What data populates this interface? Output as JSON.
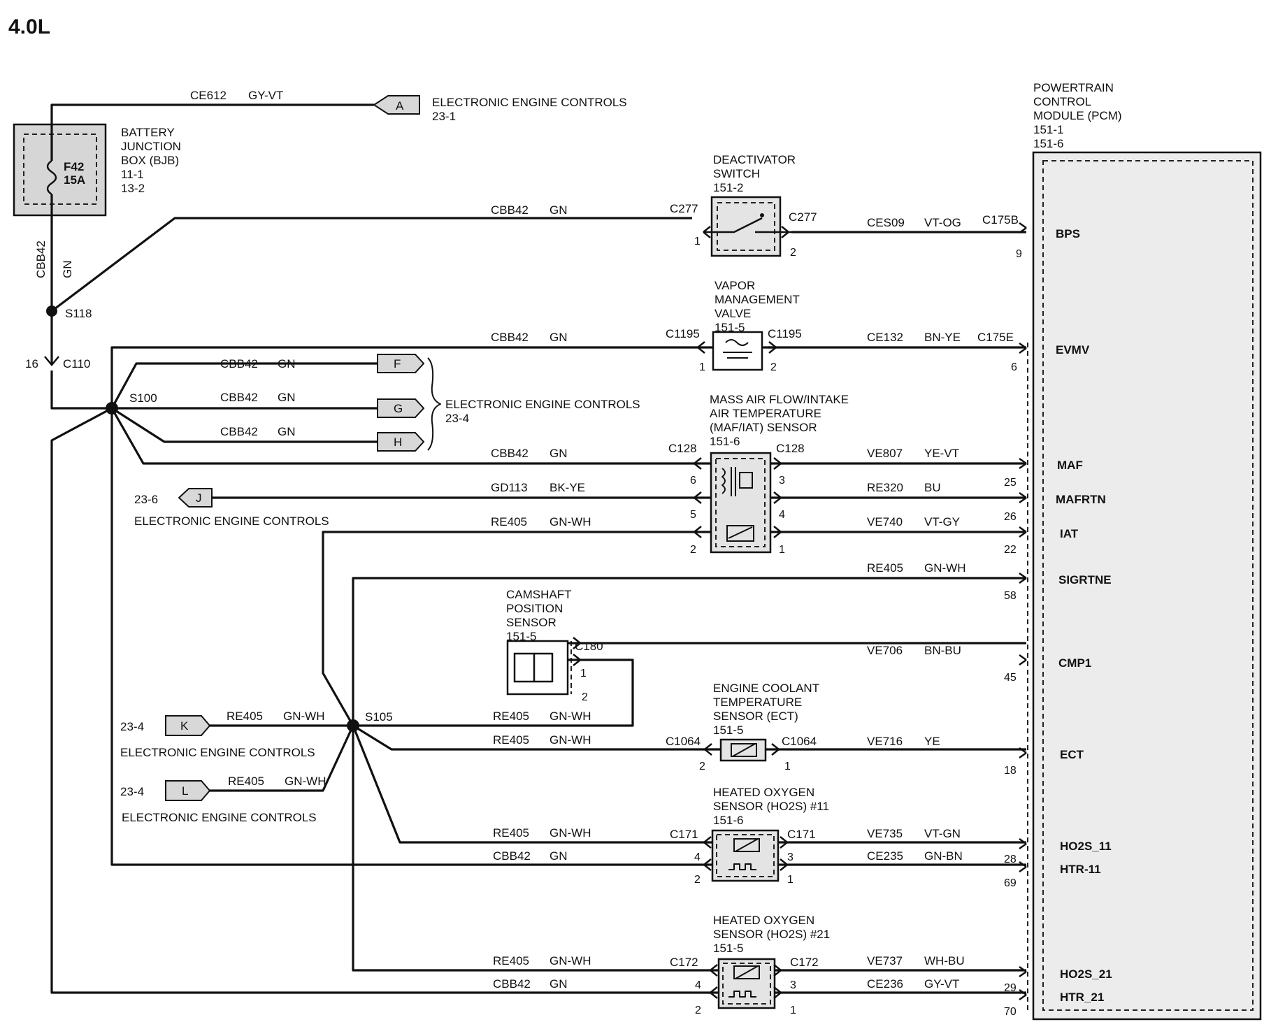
{
  "title": "4.0L",
  "pcm": {
    "label": [
      "POWERTRAIN",
      "CONTROL",
      "MODULE (PCM)",
      "151-1",
      "151-6"
    ],
    "signals": [
      "BPS",
      "EVMV",
      "MAF",
      "MAFRTN",
      "IAT",
      "SIGRTNE",
      "CMP1",
      "ECT",
      "HO2S_11",
      "HTR-11",
      "HO2S_21",
      "HTR_21"
    ],
    "pins": [
      "9",
      "6",
      "25",
      "26",
      "22",
      "58",
      "45",
      "18",
      "28",
      "69",
      "29",
      "70"
    ]
  },
  "bjb": {
    "label": [
      "BATTERY",
      "JUNCTION",
      "BOX (BJB)",
      "11-1",
      "13-2"
    ],
    "fuse": [
      "F42",
      "15A"
    ]
  },
  "components": {
    "deactivator": {
      "label": [
        "DEACTIVATOR",
        "SWITCH",
        "151-2"
      ],
      "conn_left": "C277",
      "conn_right": "C277",
      "pin_left": "1",
      "pin_right": "2"
    },
    "vmv": {
      "label": [
        "VAPOR",
        "MANAGEMENT",
        "VALVE",
        "151-5"
      ],
      "conn_left": "C1195",
      "conn_right": "C1195",
      "pin_left": "1",
      "pin_right": "2"
    },
    "maf": {
      "label": [
        "MASS AIR FLOW/INTAKE",
        "AIR TEMPERATURE",
        "(MAF/IAT) SENSOR",
        "151-6"
      ],
      "conn_left": "C128",
      "conn_right": "C128",
      "pins_left": [
        "6",
        "5",
        "2"
      ],
      "pins_right": [
        "3",
        "4",
        "1"
      ]
    },
    "cmp": {
      "label": [
        "CAMSHAFT",
        "POSITION",
        "SENSOR",
        "151-5"
      ],
      "conn": "C180",
      "pins": [
        "1",
        "2"
      ]
    },
    "ect": {
      "label": [
        "ENGINE COOLANT",
        "TEMPERATURE",
        "SENSOR (ECT)",
        "151-5"
      ],
      "conn_left": "C1064",
      "conn_right": "C1064",
      "pin_left": "2",
      "pin_right": "1"
    },
    "ho2s11": {
      "label": [
        "HEATED OXYGEN",
        "SENSOR   (HO2S) #11",
        "151-6"
      ],
      "conn_left": "C171",
      "conn_right": "C171",
      "pins_left": [
        "4",
        "2"
      ],
      "pins_right": [
        "3",
        "1"
      ]
    },
    "ho2s21": {
      "label": [
        "HEATED OXYGEN",
        "SENSOR   (HO2S) #21",
        "151-5"
      ],
      "conn_left": "C172",
      "conn_right": "C172",
      "pins_left": [
        "4",
        "2"
      ],
      "pins_right": [
        "3",
        "1"
      ]
    }
  },
  "splices": {
    "s118": "S118",
    "s100": "S100",
    "s105": "S105"
  },
  "c110": {
    "pin": "16",
    "name": "C110"
  },
  "vertical_wire": {
    "circuit": "CBB42",
    "color": "GN"
  },
  "top_wire": {
    "circuit": "CE612",
    "color": "GY-VT"
  },
  "refs": {
    "a": {
      "letter": "A",
      "label": "ELECTRONIC ENGINE CONTROLS",
      "page": "23-1"
    },
    "fgh": {
      "letters": [
        "F",
        "G",
        "H"
      ],
      "label": "ELECTRONIC ENGINE CONTROLS",
      "page": "23-4"
    },
    "j": {
      "letter": "J",
      "label": "ELECTRONIC ENGINE CONTROLS",
      "page": "23-6"
    },
    "k": {
      "letter": "K",
      "label": "ELECTRONIC ENGINE CONTROLS",
      "page": "23-4"
    },
    "l": {
      "letter": "L",
      "label": "ELECTRONIC ENGINE CONTROLS",
      "page": "23-4"
    }
  },
  "wire_labels": {
    "deact_left": [
      "CBB42",
      "GN"
    ],
    "deact_right": [
      "CES09",
      "VT-OG",
      "C175B"
    ],
    "vmv_left": [
      "CBB42",
      "GN"
    ],
    "vmv_right": [
      "CE132",
      "BN-YE",
      "C175E"
    ],
    "f": [
      "CBB42",
      "GN"
    ],
    "g": [
      "CBB42",
      "GN"
    ],
    "h": [
      "CBB42",
      "GN"
    ],
    "maf_left": [
      "CBB42",
      "GN"
    ],
    "maf_right": [
      "VE807",
      "YE-VT"
    ],
    "mafrtn_left": [
      "GD113",
      "BK-YE"
    ],
    "mafrtn_right": [
      "RE320",
      "BU"
    ],
    "iat_left": [
      "RE405",
      "GN-WH"
    ],
    "iat_right": [
      "VE740",
      "VT-GY"
    ],
    "sigrtn": [
      "RE405",
      "GN-WH"
    ],
    "cmp1": [
      "VE706",
      "BN-BU"
    ],
    "k": [
      "RE405",
      "GN-WH"
    ],
    "l": [
      "RE405",
      "GN-WH"
    ],
    "cmp2": [
      "RE405",
      "GN-WH"
    ],
    "ect_left": [
      "RE405",
      "GN-WH"
    ],
    "ect_right": [
      "VE716",
      "YE"
    ],
    "ho11_sig_left": [
      "RE405",
      "GN-WH"
    ],
    "ho11_sig_right": [
      "VE735",
      "VT-GN"
    ],
    "ho11_htr_left": [
      "CBB42",
      "GN"
    ],
    "ho11_htr_right": [
      "CE235",
      "GN-BN"
    ],
    "ho21_sig_left": [
      "RE405",
      "GN-WH"
    ],
    "ho21_sig_right": [
      "VE737",
      "WH-BU"
    ],
    "ho21_htr_left": [
      "CBB42",
      "GN"
    ],
    "ho21_htr_right": [
      "CE236",
      "GY-VT"
    ]
  }
}
